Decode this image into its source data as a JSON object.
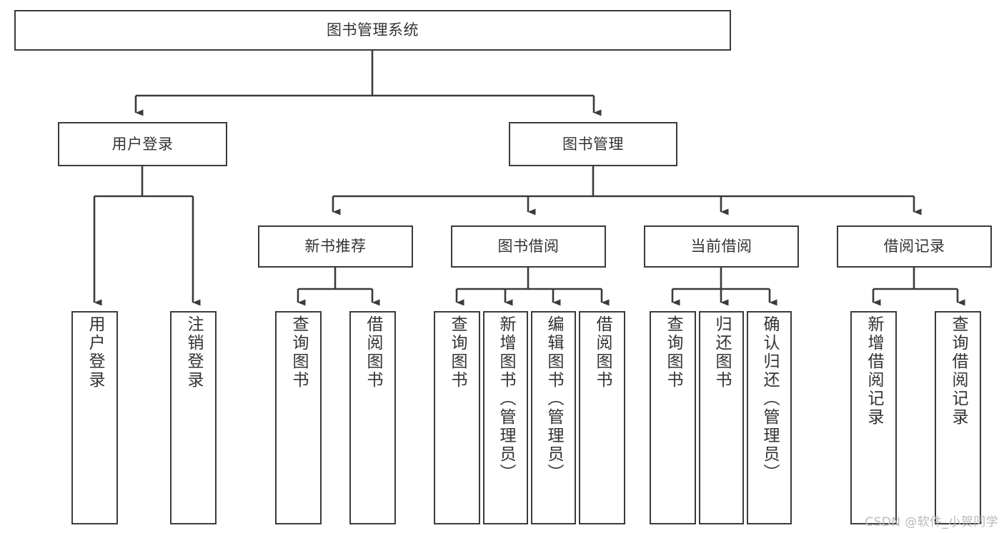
{
  "diagram": {
    "type": "hierarchy-tree",
    "title": "图书管理系统",
    "colors": {
      "box_border": "#3b3b3b",
      "box_fill": "#ffffff",
      "line": "#3b3b3b",
      "text": "#333333",
      "watermark": "#b9b9b9",
      "background": "#ffffff"
    },
    "levels": [
      {
        "level": 1,
        "nodes": [
          {
            "id": "root",
            "label": "图书管理系统",
            "orientation": "horizontal"
          }
        ]
      },
      {
        "level": 2,
        "nodes": [
          {
            "id": "login",
            "label": "用户登录",
            "orientation": "horizontal",
            "parent": "root"
          },
          {
            "id": "bookmgmt",
            "label": "图书管理",
            "orientation": "horizontal",
            "parent": "root"
          }
        ]
      },
      {
        "level": 3,
        "nodes": [
          {
            "id": "newbook",
            "label": "新书推荐",
            "orientation": "horizontal",
            "parent": "bookmgmt"
          },
          {
            "id": "borrow",
            "label": "图书借阅",
            "orientation": "horizontal",
            "parent": "bookmgmt"
          },
          {
            "id": "current",
            "label": "当前借阅",
            "orientation": "horizontal",
            "parent": "bookmgmt"
          },
          {
            "id": "records",
            "label": "借阅记录",
            "orientation": "horizontal",
            "parent": "bookmgmt"
          }
        ]
      },
      {
        "level": 4,
        "nodes": [
          {
            "id": "leaf-user-login",
            "label": "用户登录",
            "orientation": "vertical",
            "parent": "login"
          },
          {
            "id": "leaf-user-logout",
            "label": "注销登录",
            "orientation": "vertical",
            "parent": "login"
          },
          {
            "id": "leaf-query-book-1",
            "label": "查询图书",
            "orientation": "vertical",
            "parent": "newbook"
          },
          {
            "id": "leaf-borrow-book-1",
            "label": "借阅图书",
            "orientation": "vertical",
            "parent": "newbook"
          },
          {
            "id": "leaf-query-book-2",
            "label": "查询图书",
            "orientation": "vertical",
            "parent": "borrow"
          },
          {
            "id": "leaf-add-book",
            "label": "新增图书（管理员）",
            "orientation": "vertical",
            "parent": "borrow"
          },
          {
            "id": "leaf-edit-book",
            "label": "编辑图书（管理员）",
            "orientation": "vertical",
            "parent": "borrow"
          },
          {
            "id": "leaf-borrow-book-2",
            "label": "借阅图书",
            "orientation": "vertical",
            "parent": "borrow"
          },
          {
            "id": "leaf-query-book-3",
            "label": "查询图书",
            "orientation": "vertical",
            "parent": "current"
          },
          {
            "id": "leaf-return-book",
            "label": "归还图书",
            "orientation": "vertical",
            "parent": "current"
          },
          {
            "id": "leaf-confirm-return",
            "label": "确认归还（管理员）",
            "orientation": "vertical",
            "parent": "current"
          },
          {
            "id": "leaf-add-record",
            "label": "新增借阅记录",
            "orientation": "vertical",
            "parent": "records"
          },
          {
            "id": "leaf-query-record",
            "label": "查询借阅记录",
            "orientation": "vertical",
            "parent": "records"
          }
        ]
      }
    ]
  },
  "watermark": {
    "text": "CSDN @软件_小贺同学"
  }
}
